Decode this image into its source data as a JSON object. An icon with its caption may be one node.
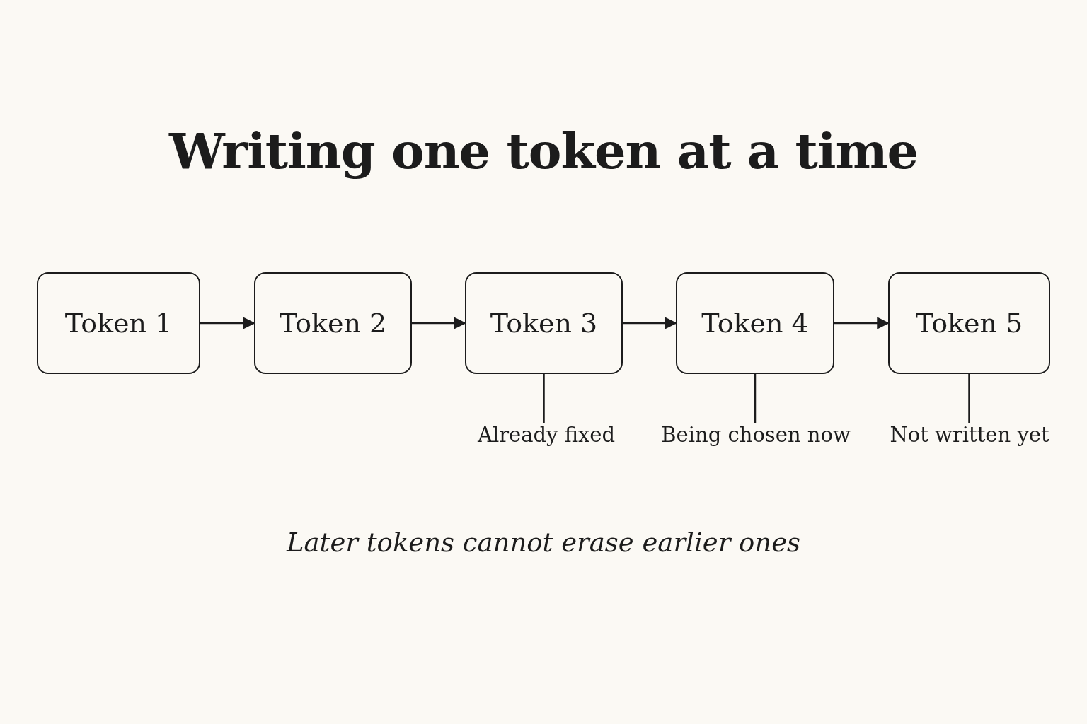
{
  "diagram": {
    "title": "Writing one token at a time",
    "caption": "Later tokens cannot erase earlier ones",
    "nodes": [
      {
        "text": [
          "Token 1"
        ]
      },
      {
        "text": [
          "Token 2"
        ]
      },
      {
        "text": [
          "Token 3"
        ]
      },
      {
        "text": [
          "Token 4"
        ]
      },
      {
        "text": [
          "Token 5"
        ]
      },
      {
        "text": [
          "Already fixed"
        ]
      },
      {
        "text": [
          "Being chosen now"
        ]
      },
      {
        "text": [
          "Not written yet"
        ]
      }
    ],
    "edges": [
      {
        "from": 0,
        "to": 1,
        "arrow": "to"
      },
      {
        "from": 1,
        "to": 2,
        "arrow": "to"
      },
      {
        "from": 2,
        "to": 3,
        "arrow": "to"
      },
      {
        "from": 3,
        "to": 4,
        "arrow": "to"
      },
      {
        "from": 5,
        "to": 2,
        "arrow": "none"
      },
      {
        "from": 6,
        "to": 3,
        "arrow": "none"
      },
      {
        "from": 7,
        "to": 4,
        "arrow": "none"
      }
    ]
  }
}
